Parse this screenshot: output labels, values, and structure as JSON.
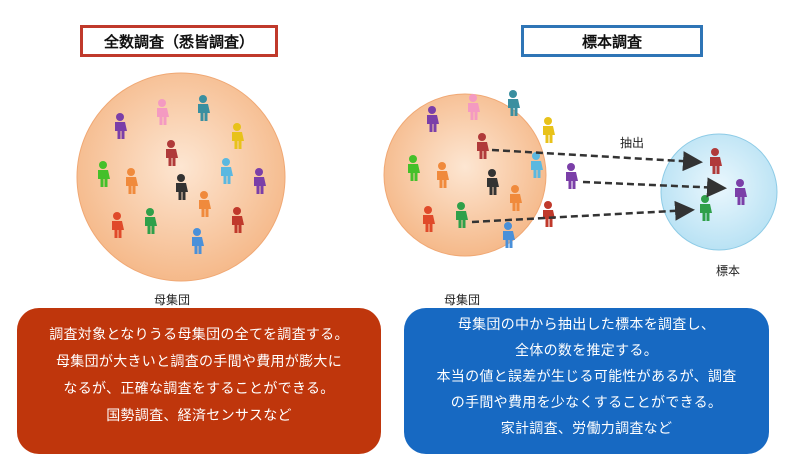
{
  "left": {
    "title": "全数調査（悉皆調査）",
    "population_label": "母集団",
    "description": [
      "調査対象となりうる母集団の全てを調査する。",
      "母集団が大きいと調査の手間や費用が膨大に",
      "なるが、正確な調査をすることができる。",
      "国勢調査、経済センサスなど"
    ]
  },
  "right": {
    "title": "標本調査",
    "population_label": "母集団",
    "extract_label": "抽出",
    "sample_label": "標本",
    "description": [
      "母集団の中から抽出した標本を調査し、",
      "全体の数を推定する。",
      "本当の値と誤差が生じる可能性があるが、調査",
      "の手間や費用を少なくすることができる。",
      "家計調査、労働力調査など"
    ]
  },
  "colors": {
    "population_fill": "#f8c9a2",
    "sample_fill": "#cfeaf7",
    "left_panel": "#bf360c",
    "right_panel": "#1769c2",
    "left_title_border": "#c0392b",
    "right_title_border": "#2e75b6"
  },
  "icons": [
    "person-icon",
    "dashed-arrow-icon"
  ]
}
